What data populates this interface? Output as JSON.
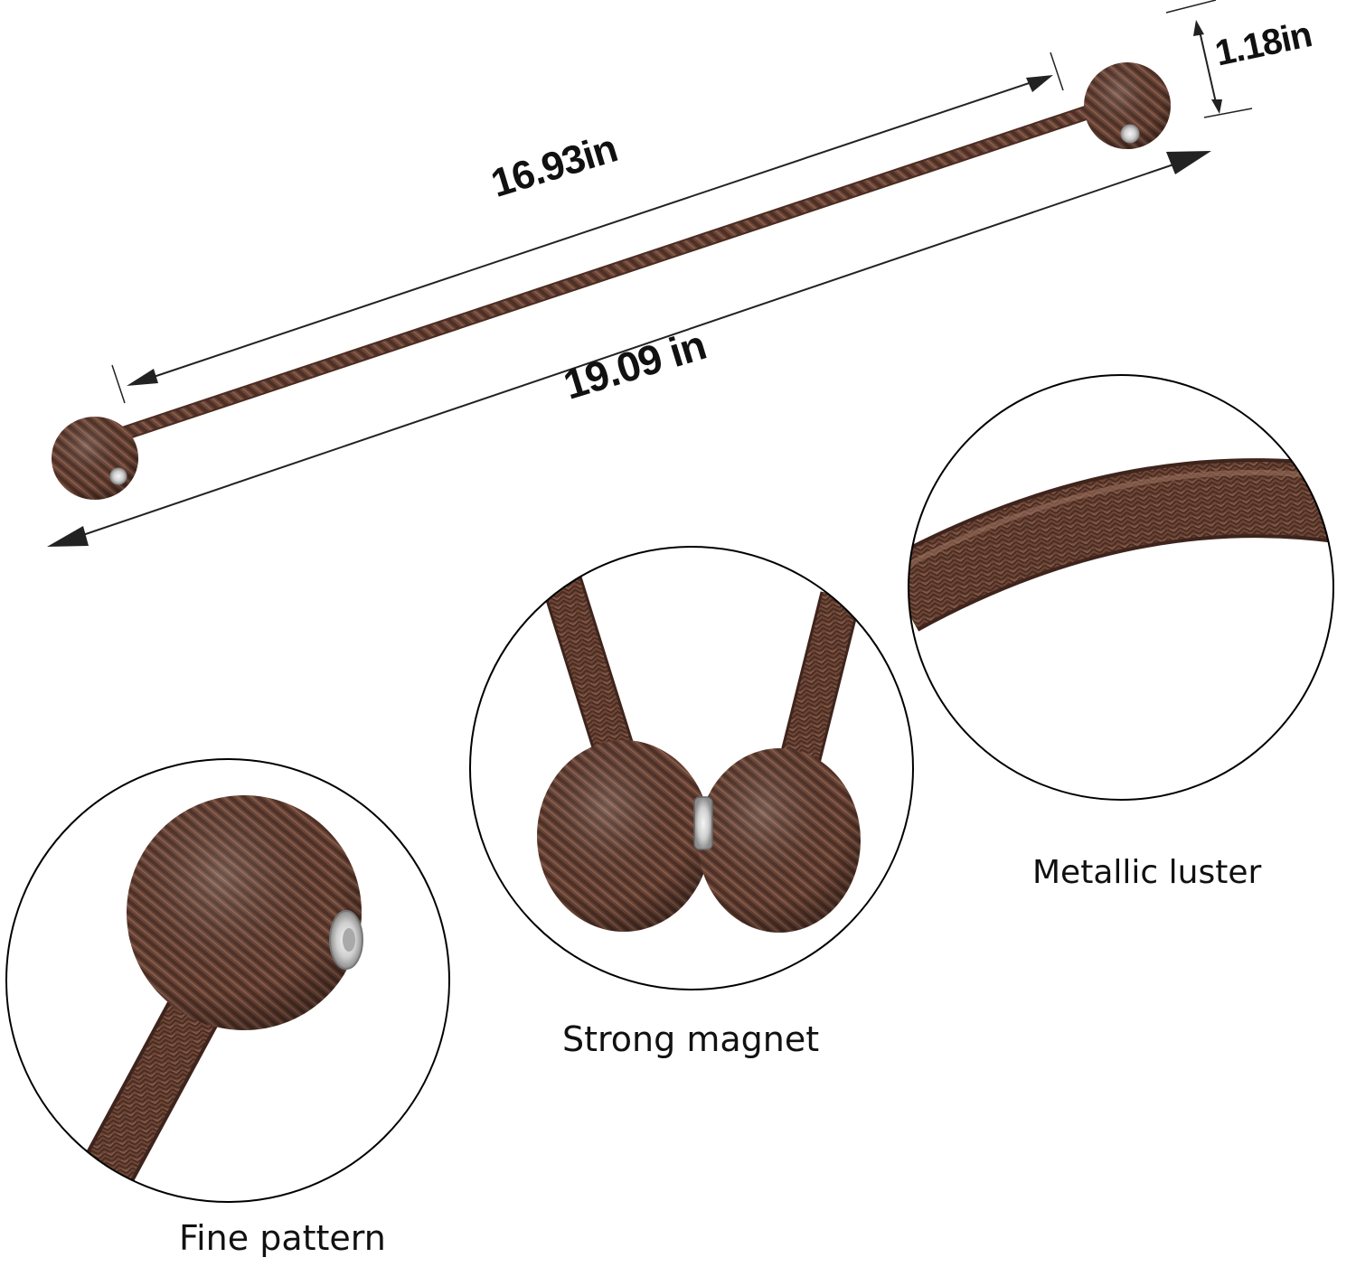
{
  "dimensions": {
    "inner_length": "16.93in",
    "total_length": "19.09 in",
    "ball_diameter": "1.18in"
  },
  "features": {
    "fine_pattern": "Fine pattern",
    "strong_magnet": "Strong magnet",
    "metallic_luster": "Metallic luster"
  },
  "colors": {
    "cord": "#6b4536",
    "cord_dark": "#4a2c22",
    "cord_light": "#8a6050",
    "magnet": "#d9d9d9",
    "text": "#111111",
    "outline": "#000000"
  }
}
